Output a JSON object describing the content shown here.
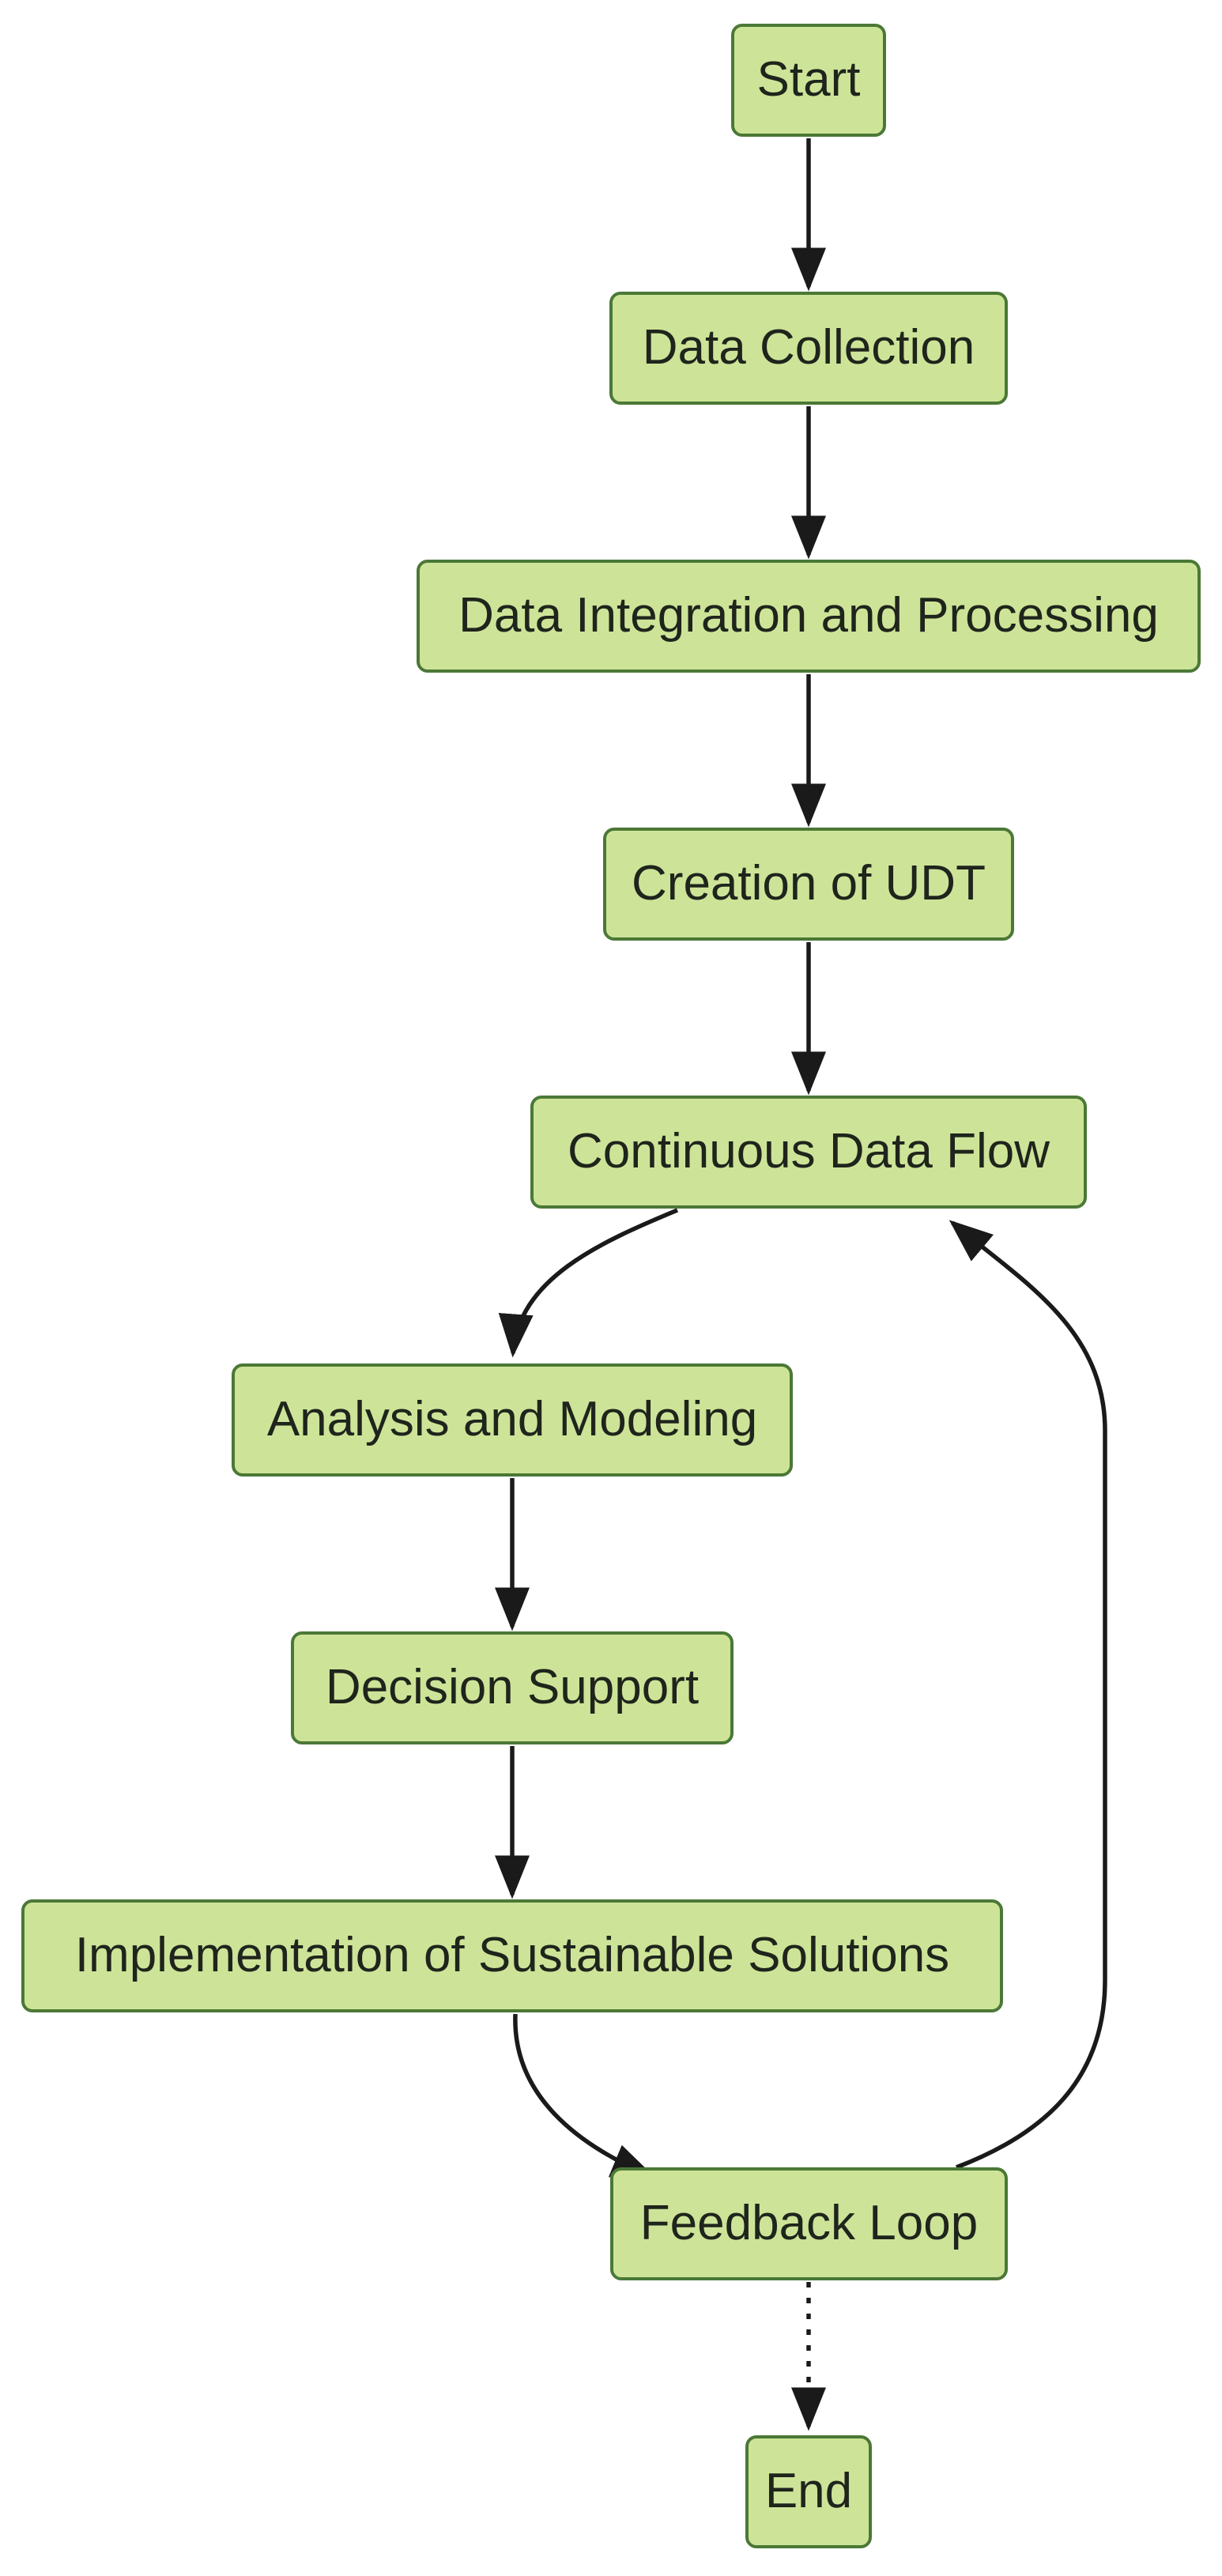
{
  "diagram": {
    "type": "flowchart",
    "direction": "top-down",
    "colors": {
      "background": "#ffffff",
      "node_fill": "#cde498",
      "node_stroke": "#4b7836",
      "text_color": "#1f241c",
      "edge_color": "#1a1a1a"
    },
    "nodes": [
      {
        "id": "start",
        "label": "Start"
      },
      {
        "id": "data-collection",
        "label": "Data Collection"
      },
      {
        "id": "data-integration-processing",
        "label": "Data Integration and Processing"
      },
      {
        "id": "creation-of-udt",
        "label": "Creation of UDT"
      },
      {
        "id": "continuous-data-flow",
        "label": "Continuous Data Flow"
      },
      {
        "id": "analysis-modeling",
        "label": "Analysis and Modeling"
      },
      {
        "id": "decision-support",
        "label": "Decision Support"
      },
      {
        "id": "implementation-sustainable-solutions",
        "label": "Implementation of Sustainable Solutions"
      },
      {
        "id": "feedback-loop",
        "label": "Feedback Loop"
      },
      {
        "id": "end",
        "label": "End"
      }
    ],
    "edges": [
      {
        "from": "Start",
        "to": "Data Collection",
        "style": "solid-arrow"
      },
      {
        "from": "Data Collection",
        "to": "Data Integration and Processing",
        "style": "solid-arrow"
      },
      {
        "from": "Data Integration and Processing",
        "to": "Creation of UDT",
        "style": "solid-arrow"
      },
      {
        "from": "Creation of UDT",
        "to": "Continuous Data Flow",
        "style": "solid-arrow"
      },
      {
        "from": "Continuous Data Flow",
        "to": "Analysis and Modeling",
        "style": "solid-arrow"
      },
      {
        "from": "Analysis and Modeling",
        "to": "Decision Support",
        "style": "solid-arrow"
      },
      {
        "from": "Decision Support",
        "to": "Implementation of Sustainable Solutions",
        "style": "solid-arrow"
      },
      {
        "from": "Implementation of Sustainable Solutions",
        "to": "Feedback Loop",
        "style": "solid-arrow"
      },
      {
        "from": "Feedback Loop",
        "to": "Continuous Data Flow",
        "style": "solid-arrow"
      },
      {
        "from": "Feedback Loop",
        "to": "End",
        "style": "dotted-arrow"
      }
    ]
  }
}
